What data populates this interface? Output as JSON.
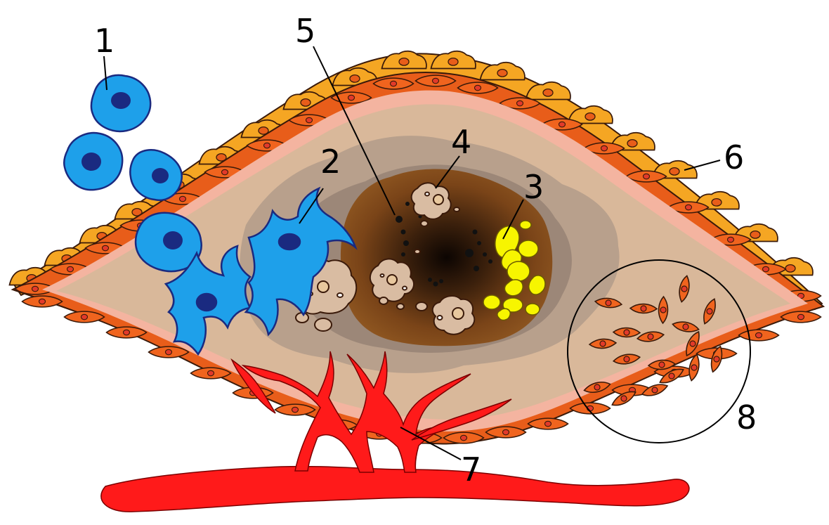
{
  "labels": {
    "n1": "1",
    "n2": "2",
    "n3": "3",
    "n4": "4",
    "n5": "5",
    "n6": "6",
    "n7": "7",
    "n8": "8"
  },
  "colors": {
    "outer_cells": "#f5a623",
    "fibroblast_layer": "#e85d1a",
    "pink_zone": "#f4b4a0",
    "outer_tan": "#d9b89a",
    "mid_tan": "#b8a08c",
    "inner_grey": "#9c8778",
    "necrotic_center": "#2a1608",
    "necrotic_edge": "#8a4f1e",
    "foamy_cells": "#d9bca2",
    "yellow_deposits": "#f7f500",
    "blue_cells": "#1ea0ea",
    "blue_nucleus": "#1a2a80",
    "vessels": "#ff1a1a",
    "cell_nucleus": "#e23a2a"
  },
  "icons": {
    "blue_round_cell": "round-cell-icon",
    "blue_star_cell": "stellate-cell-icon",
    "tan_cell": "foamy-cell-icon",
    "spindle_cell": "spindle-cell-icon",
    "blood_vessel": "blood-vessel-icon"
  }
}
